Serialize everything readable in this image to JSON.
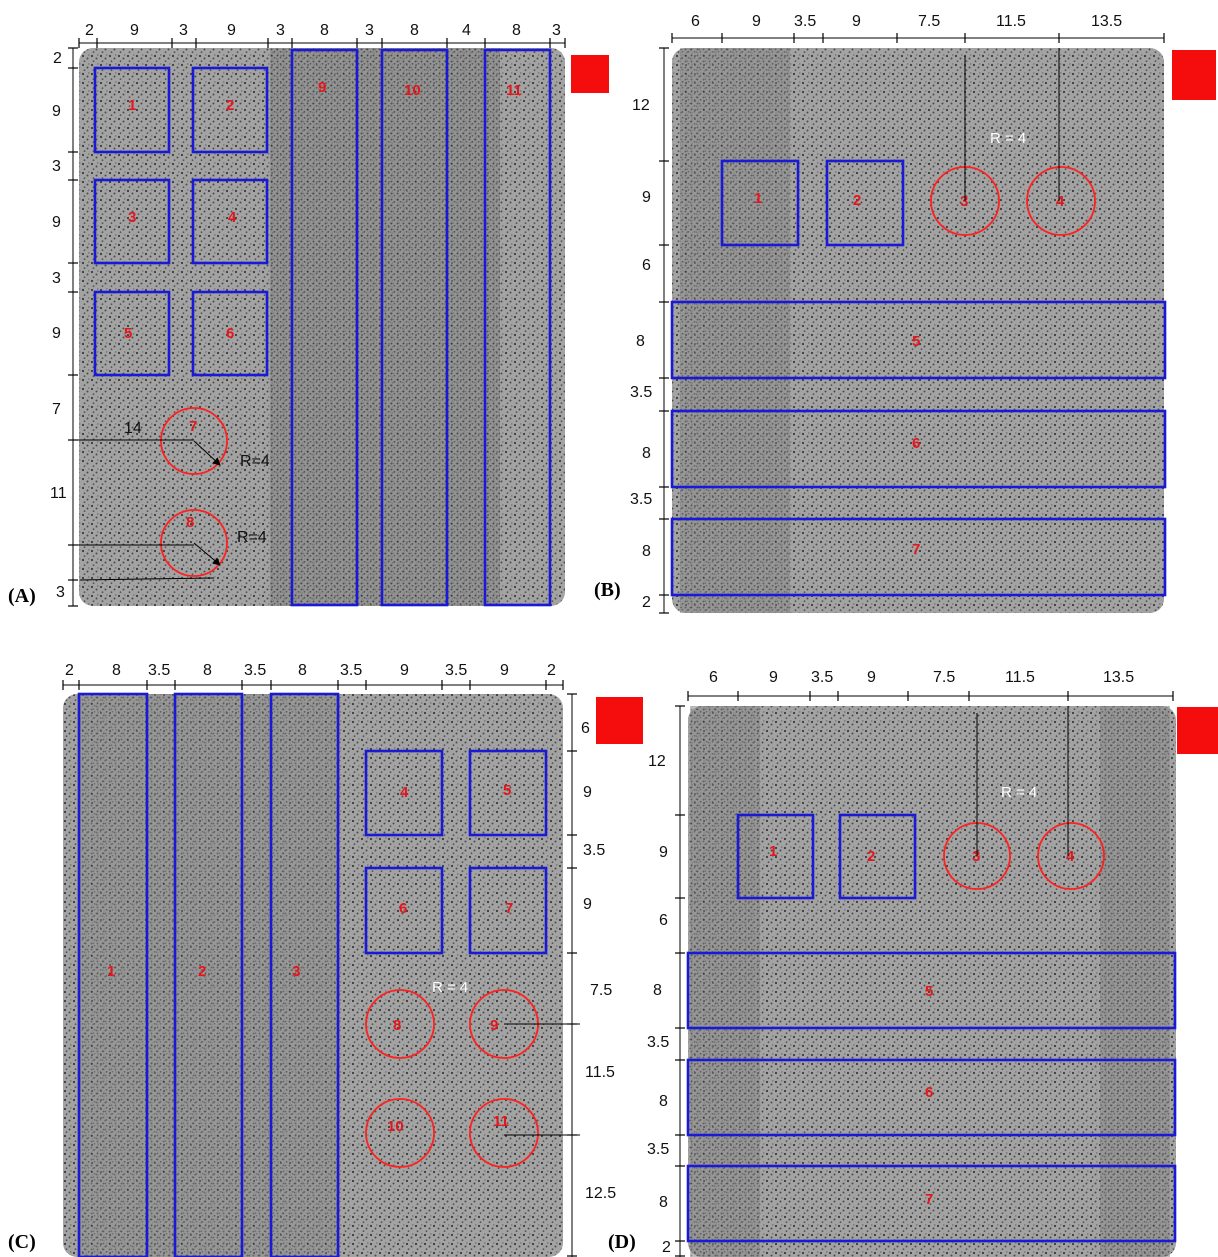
{
  "colors": {
    "rect_outline": "#1a1ad6",
    "circle_outline": "#ff2020",
    "region_number": "#e3161b",
    "marker_square": "#f50d0d",
    "wafer": "#9a9a9a"
  },
  "panels": [
    {
      "label": "(A)",
      "top_dims": [
        "2",
        "9",
        "3",
        "9",
        "3",
        "8",
        "3",
        "8",
        "4",
        "8",
        "3"
      ],
      "side_dims": [
        "2",
        "9",
        "3",
        "9",
        "3",
        "9",
        "7",
        "11",
        "3"
      ],
      "inner_dims": [
        "14"
      ],
      "radius_labels": [
        "R=4",
        "R=4"
      ],
      "regions": [
        "1",
        "2",
        "3",
        "4",
        "5",
        "6",
        "7",
        "8",
        "9",
        "10",
        "11"
      ]
    },
    {
      "label": "(B)",
      "top_dims": [
        "6",
        "9",
        "3.5",
        "9",
        "7.5",
        "11.5",
        "13.5"
      ],
      "side_dims": [
        "12",
        "9",
        "6",
        "8",
        "3.5",
        "8",
        "3.5",
        "8",
        "2"
      ],
      "radius_labels": [
        "R = 4"
      ],
      "regions": [
        "1",
        "2",
        "3",
        "4",
        "5",
        "6",
        "7"
      ]
    },
    {
      "label": "(C)",
      "top_dims": [
        "2",
        "8",
        "3.5",
        "8",
        "3.5",
        "8",
        "3.5",
        "9",
        "3.5",
        "9",
        "2"
      ],
      "side_dims": [
        "6",
        "9",
        "3.5",
        "9",
        "7.5",
        "11.5",
        "12.5"
      ],
      "radius_labels": [
        "R = 4"
      ],
      "regions": [
        "1",
        "2",
        "3",
        "4",
        "5",
        "6",
        "7",
        "8",
        "9",
        "10",
        "11"
      ]
    },
    {
      "label": "(D)",
      "top_dims": [
        "6",
        "9",
        "3.5",
        "9",
        "7.5",
        "11.5",
        "13.5"
      ],
      "side_dims": [
        "12",
        "9",
        "6",
        "8",
        "3.5",
        "8",
        "3.5",
        "8",
        "2"
      ],
      "radius_labels": [
        "R = 4"
      ],
      "regions": [
        "1",
        "2",
        "3",
        "4",
        "5",
        "6",
        "7"
      ]
    }
  ]
}
